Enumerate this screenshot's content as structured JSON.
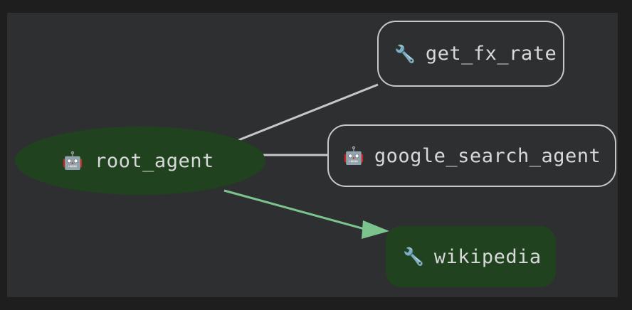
{
  "canvas": {
    "background_color": "#2e2f31",
    "outer_background_color": "#1e1e1e"
  },
  "graph": {
    "type": "agent-tool-graph",
    "nodes": [
      {
        "id": "root_agent",
        "label": "root_agent",
        "icon": "🤖",
        "icon_name": "robot-icon",
        "shape": "ellipse",
        "fill_color": "#21421f",
        "border_color": "none",
        "text_color": "#d7d8d9"
      },
      {
        "id": "get_fx_rate",
        "label": "get_fx_rate",
        "icon": "🔧",
        "icon_name": "wrench-icon",
        "shape": "rounded-rect",
        "fill_color": "transparent",
        "border_color": "#c6c7c8",
        "text_color": "#d7d8d9"
      },
      {
        "id": "google_search_agent",
        "label": "google_search_agent",
        "icon": "🤖",
        "icon_name": "robot-icon",
        "shape": "rounded-rect",
        "fill_color": "transparent",
        "border_color": "#c6c7c8",
        "text_color": "#d7d8d9"
      },
      {
        "id": "wikipedia",
        "label": "wikipedia",
        "icon": "🔧",
        "icon_name": "wrench-icon",
        "shape": "rounded-rect",
        "fill_color": "#21421f",
        "border_color": "none",
        "text_color": "#d7d8d9"
      }
    ],
    "edges": [
      {
        "from": "root_agent",
        "to": "get_fx_rate",
        "color": "#c6c7c8",
        "arrow": false
      },
      {
        "from": "root_agent",
        "to": "google_search_agent",
        "color": "#c6c7c8",
        "arrow": false
      },
      {
        "from": "root_agent",
        "to": "wikipedia",
        "color": "#7cc48d",
        "arrow": true
      }
    ]
  }
}
